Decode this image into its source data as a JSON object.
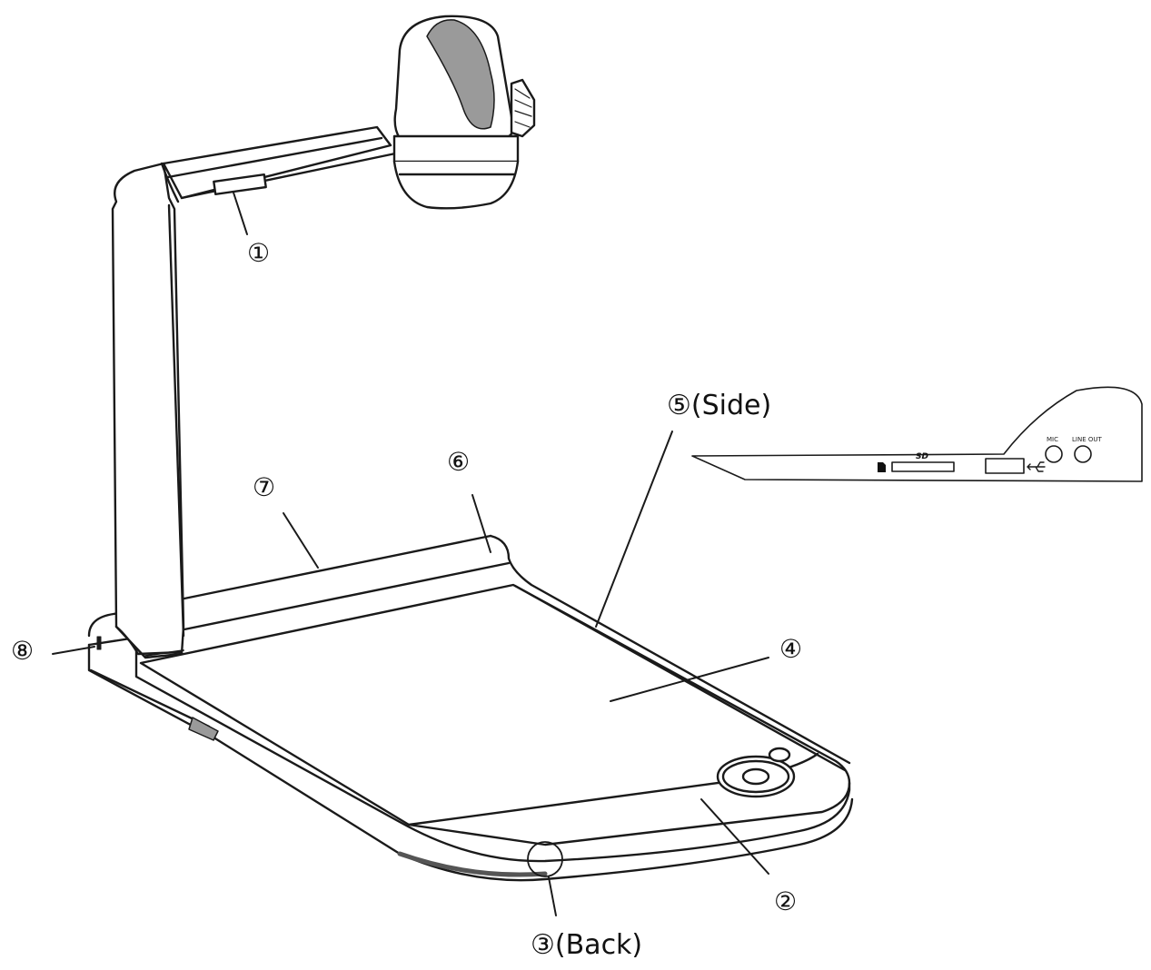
{
  "diagram": {
    "colors": {
      "line": "#1a1a1a",
      "surface": "#ffffff",
      "shade": "#9a9a9a",
      "dark": "#555555"
    },
    "callouts": {
      "c1": "①",
      "c2": "②",
      "c3": "③(Back)",
      "c4": "④",
      "c5": "⑤(Side)",
      "c6": "⑥",
      "c7": "⑦",
      "c8": "⑧"
    },
    "side_panel": {
      "sd_logo": "SD",
      "mic_label": "MIC",
      "line_out_label": "LINE OUT",
      "icons": [
        "sd-card-icon",
        "usb-icon"
      ]
    }
  }
}
